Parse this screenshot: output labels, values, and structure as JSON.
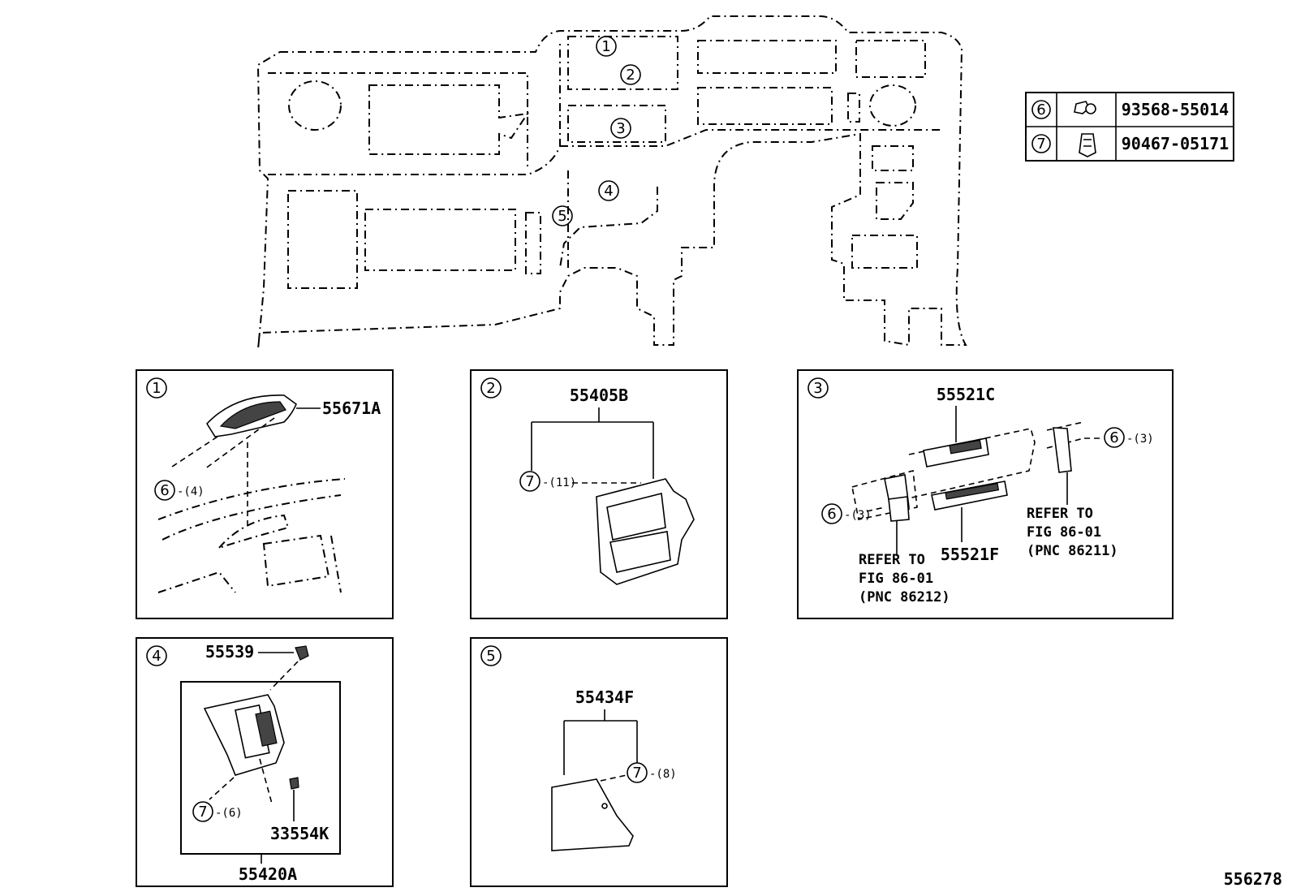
{
  "overview": {
    "callouts": [
      "1",
      "2",
      "3",
      "4",
      "5"
    ]
  },
  "parts_table": {
    "rows": [
      {
        "ref": "6",
        "icon": "bolt-icon",
        "part_number": "93568-55014"
      },
      {
        "ref": "7",
        "icon": "clip-icon",
        "part_number": "90467-05171"
      }
    ]
  },
  "panels": [
    {
      "id": "1",
      "labels": {
        "main": "55671A",
        "fastener": "6",
        "qty": "-(4)"
      }
    },
    {
      "id": "2",
      "labels": {
        "main": "55405B",
        "fastener": "7",
        "qty": "-(11)"
      }
    },
    {
      "id": "3",
      "labels": {
        "upper": "55521C",
        "lower": "55521F",
        "fastener_a": "6",
        "qty_a": "-(3)",
        "fastener_b": "6",
        "qty_b": "-(3)",
        "ref_right": [
          "REFER TO",
          "FIG 86-01",
          "(PNC 86211)"
        ],
        "ref_left": [
          "REFER TO",
          "FIG 86-01",
          "(PNC 86212)"
        ]
      }
    },
    {
      "id": "4",
      "labels": {
        "top": "55539",
        "bottom": "33554K",
        "assy": "55420A",
        "fastener": "7",
        "qty": "-(6)"
      }
    },
    {
      "id": "5",
      "labels": {
        "main": "55434F",
        "fastener": "7",
        "qty": "-(8)"
      }
    }
  ],
  "diagram_id": "556278"
}
